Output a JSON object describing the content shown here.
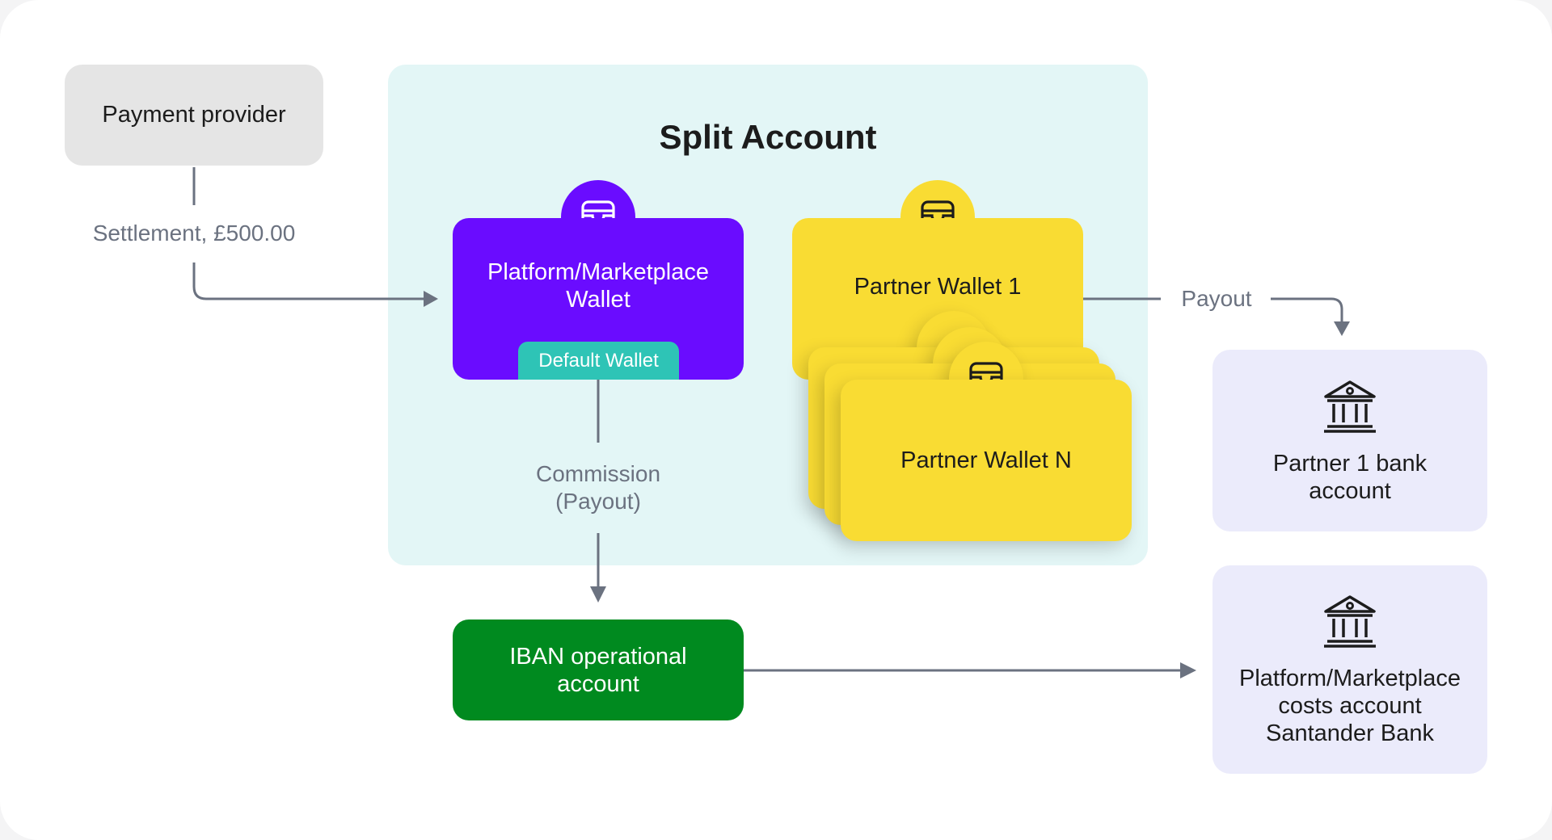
{
  "provider": {
    "label": "Payment provider"
  },
  "split": {
    "title": "Split Account"
  },
  "platform_wallet": {
    "label": "Platform/Marketplace Wallet",
    "badge": "Default Wallet"
  },
  "partner_wallet_1": {
    "label": "Partner Wallet 1"
  },
  "partner_wallet_n": {
    "label": "Partner Wallet N"
  },
  "iban": {
    "label": "IBAN operational account"
  },
  "bank_1": {
    "label": "Partner 1 bank account"
  },
  "bank_2": {
    "label": "Platform/Marketplace costs account Santander Bank"
  },
  "flows": {
    "settlement": "Settlement, £500.00",
    "commission": "Commission (Payout)",
    "payout": "Payout"
  },
  "icons": {
    "wallet": "wallet-icon",
    "bank": "bank-icon"
  },
  "colors": {
    "platform": "#6a0cff",
    "partner": "#f9dc33",
    "badge": "#2ec4b6",
    "iban": "#008a1f",
    "bank_bg": "#ebebfb",
    "split_bg": "#e3f6f6",
    "provider_bg": "#e5e5e5",
    "connector": "#6b7280"
  }
}
